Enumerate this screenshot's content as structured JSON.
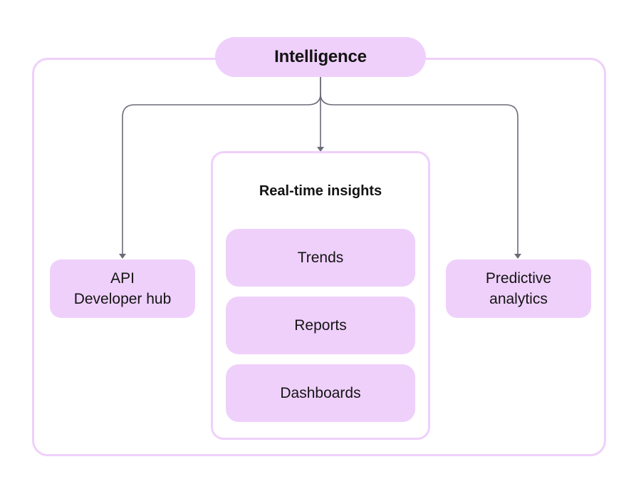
{
  "root": {
    "label": "Intelligence"
  },
  "left_node": {
    "line1": "API",
    "line2": "Developer hub"
  },
  "center_node": {
    "title": "Real-time insights",
    "items": [
      "Trends",
      "Reports",
      "Dashboards"
    ]
  },
  "right_node": {
    "line1": "Predictive",
    "line2": "analytics"
  },
  "colors": {
    "box_fill": "#efd0fb",
    "connector": "#6b6b78",
    "text": "#141414"
  }
}
